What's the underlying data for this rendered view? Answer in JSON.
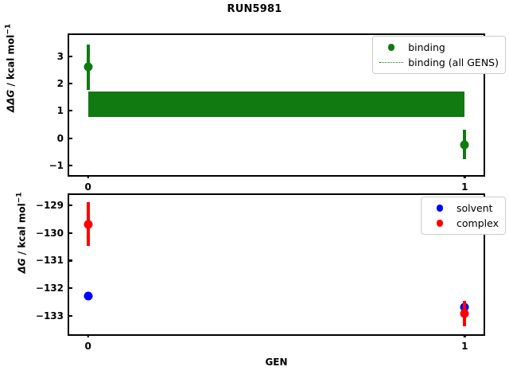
{
  "figure": {
    "title": "RUN5981",
    "xlabel": "GEN",
    "background": "#ffffff"
  },
  "colors": {
    "binding_green": "#117a11",
    "solvent_blue": "#0000ff",
    "complex_red": "#ff0000",
    "axis_black": "#000000"
  },
  "panels": {
    "top": {
      "name": "ddg-panel",
      "ylabel_main": "ΔΔG",
      "ylabel_units": " / kcal mol",
      "ylabel_exp": "−1",
      "yticks": [
        "3",
        "2",
        "1",
        "0",
        "−1"
      ],
      "ytick_values": [
        3,
        2,
        1,
        0,
        -1
      ],
      "ylim": [
        -1.35,
        3.78
      ],
      "legend": [
        {
          "label": "binding",
          "marker": "circle",
          "color": "#117a11"
        },
        {
          "label": "binding (all GENS)",
          "marker": "dotted-line",
          "color": "#117a11"
        }
      ]
    },
    "bottom": {
      "name": "dg-panel",
      "ylabel_main": "ΔG",
      "ylabel_units": " / kcal mol",
      "ylabel_exp": "−1",
      "yticks": [
        "−129",
        "−130",
        "−131",
        "−132",
        "−133"
      ],
      "ytick_values": [
        -129,
        -130,
        -131,
        -132,
        -133
      ],
      "ylim": [
        -133.66,
        -128.63
      ],
      "legend": [
        {
          "label": "solvent",
          "marker": "circle",
          "color": "#0000ff"
        },
        {
          "label": "complex",
          "marker": "circle",
          "color": "#ff0000"
        }
      ]
    }
  },
  "chart_data": [
    {
      "type": "scatter",
      "panel": "top",
      "title": "RUN5981",
      "xlabel": "GEN",
      "ylabel": "ΔΔG / kcal mol⁻¹",
      "xticks": [
        0,
        1
      ],
      "xticklabels": [
        "0",
        "1"
      ],
      "xlim": [
        -0.05,
        1.05
      ],
      "ylim": [
        -1.35,
        3.78
      ],
      "grid": false,
      "legend_position": "upper right",
      "series": [
        {
          "name": "binding",
          "color": "#117a11",
          "marker": "o",
          "x": [
            0,
            1
          ],
          "y": [
            2.6,
            -0.24
          ],
          "yerr": [
            0.84,
            0.54
          ]
        },
        {
          "name": "binding (all GENS)",
          "color": "#117a11",
          "style": "dotted",
          "mean": 1.235,
          "band_low": 0.77,
          "band_high": 1.7,
          "x_span": [
            0,
            1
          ]
        }
      ]
    },
    {
      "type": "scatter",
      "panel": "bottom",
      "xlabel": "GEN",
      "ylabel": "ΔG / kcal mol⁻¹",
      "xticks": [
        0,
        1
      ],
      "xticklabels": [
        "0",
        "1"
      ],
      "xlim": [
        -0.05,
        1.05
      ],
      "ylim": [
        -133.66,
        -128.63
      ],
      "grid": false,
      "legend_position": "upper right",
      "series": [
        {
          "name": "solvent",
          "color": "#0000ff",
          "marker": "o",
          "x": [
            0,
            1
          ],
          "y": [
            -132.27,
            -132.68
          ],
          "yerr": [
            0.13,
            0.11
          ]
        },
        {
          "name": "complex",
          "color": "#ff0000",
          "marker": "o",
          "x": [
            0,
            1
          ],
          "y": [
            -129.68,
            -132.92
          ],
          "yerr": [
            0.78,
            0.46
          ]
        }
      ]
    }
  ]
}
